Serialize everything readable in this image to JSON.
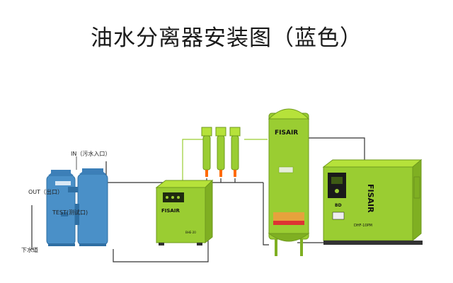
{
  "title": "油水分离器安装图（蓝色）",
  "labels": {
    "in": "IN（污水入口）",
    "out": "OUT（出口）",
    "test": "TEST(测试口)",
    "drain": "下水道"
  },
  "brand": {
    "dryer_logo": "FISAIR",
    "dryer_model": "BHE-20",
    "tank_logo": "FISAIR",
    "compressor_logo": "FISAIR",
    "compressor_model": "DHF-10PM",
    "compressor_badge": "BD"
  },
  "colors": {
    "lime": "#9ACD32",
    "lime_light": "#B6E23A",
    "lime_dark": "#6F9A1E",
    "separator_blue": "#4A90C8",
    "separator_blue_dark": "#2F6FA3",
    "pipe": "#333333",
    "pipe_green": "#9ACD32"
  }
}
